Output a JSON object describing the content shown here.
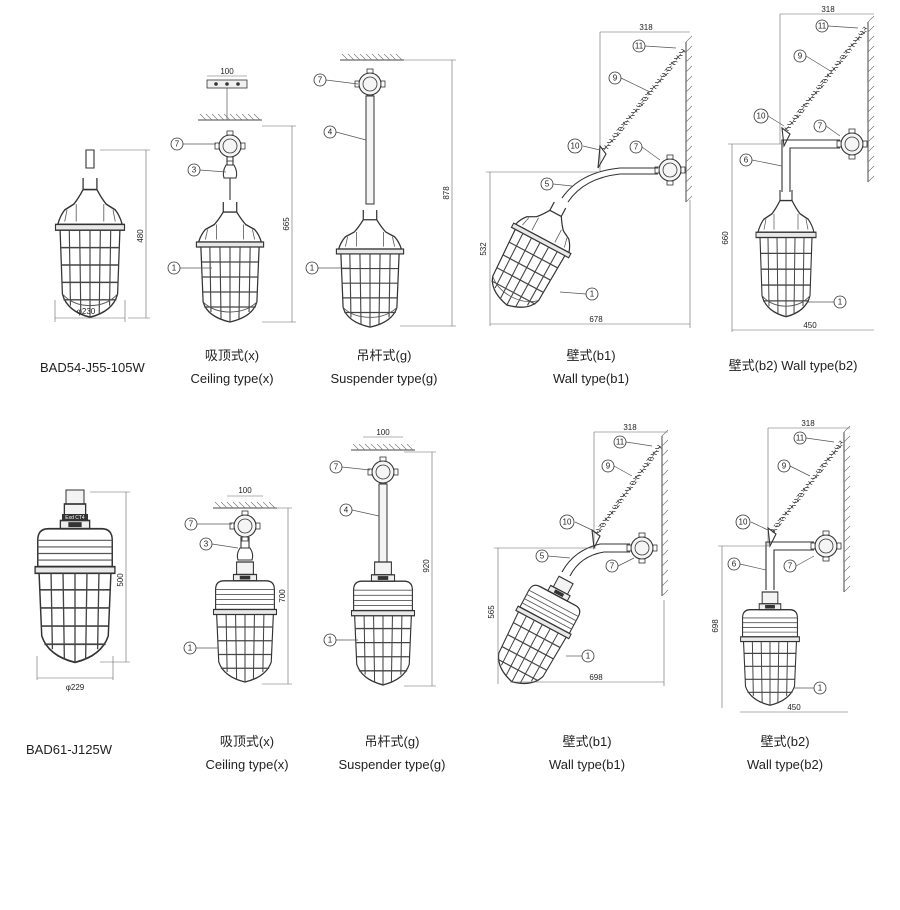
{
  "rows": [
    {
      "model": "BAD54-J55-105W",
      "views": [
        {
          "id": "overview",
          "dims": {
            "height": "480",
            "diameter": "φ230"
          }
        },
        {
          "id": "ceiling",
          "caption_cn": "吸顶式(x)",
          "caption_en": "Ceiling type(x)",
          "dims": {
            "top": "100",
            "height": "665"
          }
        },
        {
          "id": "suspender",
          "caption_cn": "吊杆式(g)",
          "caption_en": "Suspender type(g)",
          "dims": {
            "height": "878"
          }
        },
        {
          "id": "wall_b1",
          "caption_cn": "壁式(b1)",
          "caption_en": "Wall type(b1)",
          "dims": {
            "top": "318",
            "height": "532",
            "width": "678"
          }
        },
        {
          "id": "wall_b2",
          "caption_cn": "壁式(b2) Wall type(b2)",
          "dims": {
            "top": "318",
            "height": "660",
            "width": "450"
          }
        }
      ]
    },
    {
      "model": "BAD61-J125W",
      "views": [
        {
          "id": "overview",
          "dims": {
            "height": "500",
            "diameter": "φ229"
          }
        },
        {
          "id": "ceiling",
          "caption_cn": "吸顶式(x)",
          "caption_en": "Ceiling type(x)",
          "dims": {
            "top": "100",
            "height": "700"
          }
        },
        {
          "id": "suspender",
          "caption_cn": "吊杆式(g)",
          "caption_en": "Suspender type(g)",
          "dims": {
            "top": "100",
            "height": "920"
          }
        },
        {
          "id": "wall_b1",
          "caption_cn": "壁式(b1)",
          "caption_en": "Wall type(b1)",
          "dims": {
            "top": "318",
            "height": "565",
            "width": "698"
          }
        },
        {
          "id": "wall_b2",
          "caption_cn": "壁式(b2)",
          "caption_en": "Wall type(b2)",
          "dims": {
            "top": "318",
            "height": "698",
            "width": "450"
          }
        }
      ]
    }
  ],
  "callouts": [
    "1",
    "3",
    "4",
    "5",
    "6",
    "7",
    "9",
    "10",
    "11"
  ],
  "label_badge": "Exd CT4"
}
